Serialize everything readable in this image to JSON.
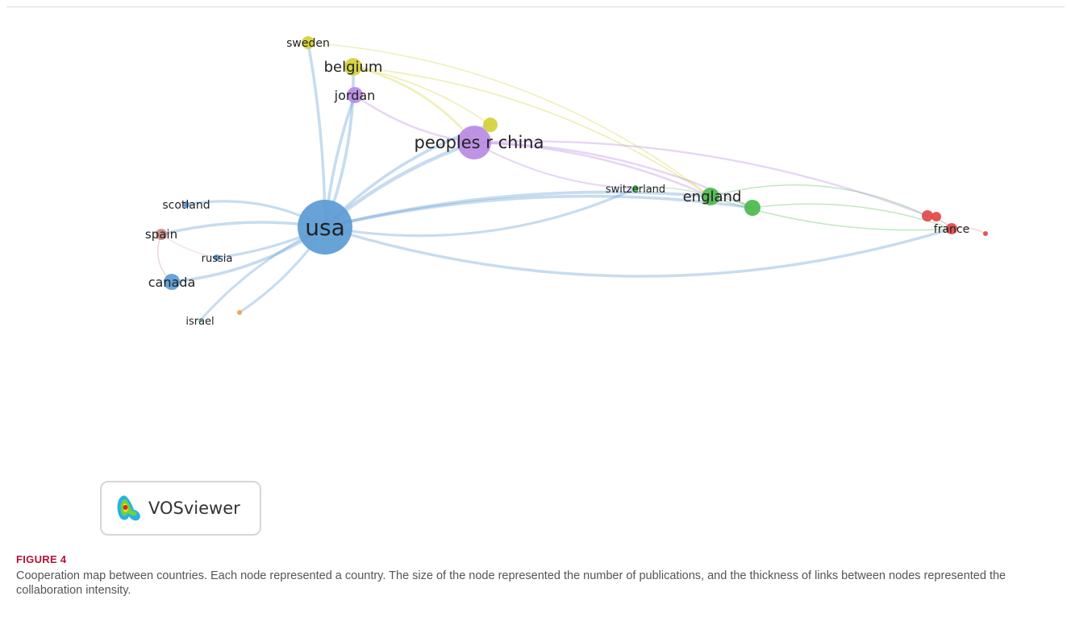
{
  "figure": {
    "label": "FIGURE 4",
    "caption": "Cooperation map between countries. Each node represented a country. The size of the node represented the number of publications, and the thickness of links between nodes represented the collaboration intensity."
  },
  "logo": {
    "text": "VOSviewer",
    "icon": "vosviewer-logo-icon"
  },
  "colors": {
    "blue": "#5b9bd5",
    "purple": "#b88ae3",
    "yellow": "#d4d03a",
    "green": "#4cb84c",
    "red": "#e04848",
    "brown": "#c98a82",
    "orange": "#f0a04a",
    "cyan": "#5fc8d8"
  },
  "nodes": [
    {
      "id": "usa",
      "label": "usa",
      "cluster": "blue"
    },
    {
      "id": "peoples-r-china",
      "label": "peoples r china",
      "cluster": "purple"
    },
    {
      "id": "jordan",
      "label": "jordan",
      "cluster": "purple"
    },
    {
      "id": "belgium",
      "label": "belgium",
      "cluster": "yellow"
    },
    {
      "id": "sweden",
      "label": "sweden",
      "cluster": "yellow"
    },
    {
      "id": "yellow-unlabeled",
      "label": "",
      "cluster": "yellow"
    },
    {
      "id": "england",
      "label": "england",
      "cluster": "green"
    },
    {
      "id": "switzerland",
      "label": "switzerland",
      "cluster": "green"
    },
    {
      "id": "green-unlabeled",
      "label": "",
      "cluster": "green"
    },
    {
      "id": "france",
      "label": "france",
      "cluster": "red"
    },
    {
      "id": "red-unlabeled-1",
      "label": "",
      "cluster": "red"
    },
    {
      "id": "red-unlabeled-2",
      "label": "",
      "cluster": "red"
    },
    {
      "id": "red-unlabeled-3",
      "label": "",
      "cluster": "red"
    },
    {
      "id": "scotland",
      "label": "scotland",
      "cluster": "blue"
    },
    {
      "id": "spain",
      "label": "spain",
      "cluster": "brown"
    },
    {
      "id": "russia",
      "label": "russia",
      "cluster": "blue"
    },
    {
      "id": "canada",
      "label": "canada",
      "cluster": "blue"
    },
    {
      "id": "israel",
      "label": "israel",
      "cluster": "cyan"
    },
    {
      "id": "orange-unlabeled",
      "label": "",
      "cluster": "orange"
    }
  ],
  "links": [
    {
      "source": "usa",
      "target": "peoples-r-china"
    },
    {
      "source": "usa",
      "target": "jordan"
    },
    {
      "source": "usa",
      "target": "belgium"
    },
    {
      "source": "usa",
      "target": "sweden"
    },
    {
      "source": "usa",
      "target": "england"
    },
    {
      "source": "usa",
      "target": "switzerland"
    },
    {
      "source": "usa",
      "target": "france"
    },
    {
      "source": "usa",
      "target": "scotland"
    },
    {
      "source": "usa",
      "target": "spain"
    },
    {
      "source": "usa",
      "target": "russia"
    },
    {
      "source": "usa",
      "target": "canada"
    },
    {
      "source": "usa",
      "target": "israel"
    },
    {
      "source": "usa",
      "target": "orange-unlabeled"
    },
    {
      "source": "usa",
      "target": "yellow-unlabeled"
    },
    {
      "source": "usa",
      "target": "green-unlabeled"
    },
    {
      "source": "jordan",
      "target": "peoples-r-china"
    },
    {
      "source": "belgium",
      "target": "peoples-r-china"
    },
    {
      "source": "belgium",
      "target": "yellow-unlabeled"
    },
    {
      "source": "sweden",
      "target": "england"
    },
    {
      "source": "belgium",
      "target": "england"
    },
    {
      "source": "peoples-r-china",
      "target": "england"
    },
    {
      "source": "peoples-r-china",
      "target": "green-unlabeled"
    },
    {
      "source": "peoples-r-china",
      "target": "switzerland"
    },
    {
      "source": "england",
      "target": "switzerland"
    },
    {
      "source": "england",
      "target": "green-unlabeled"
    },
    {
      "source": "england",
      "target": "red-unlabeled-1"
    },
    {
      "source": "england",
      "target": "france"
    },
    {
      "source": "green-unlabeled",
      "target": "france"
    },
    {
      "source": "france",
      "target": "red-unlabeled-1"
    },
    {
      "source": "france",
      "target": "red-unlabeled-3"
    },
    {
      "source": "spain",
      "target": "russia"
    },
    {
      "source": "spain",
      "target": "canada"
    },
    {
      "source": "peoples-r-china",
      "target": "red-unlabeled-1"
    }
  ]
}
